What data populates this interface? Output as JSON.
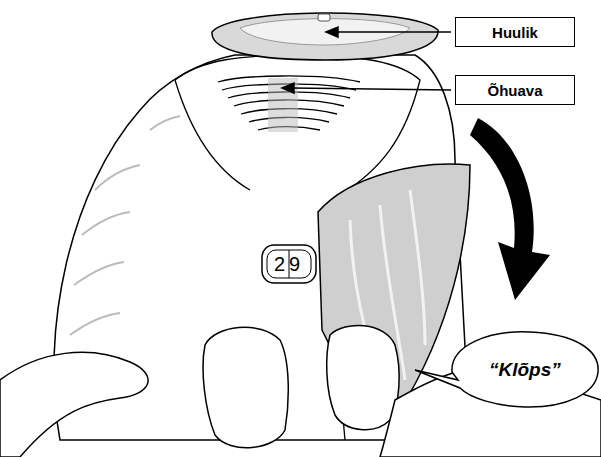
{
  "diagram": {
    "nodes": [
      {
        "text": [
          "Huulik"
        ]
      },
      {
        "text": [
          "Õhuava"
        ]
      }
    ],
    "labels": [
      "29",
      "“Klõps”"
    ]
  }
}
